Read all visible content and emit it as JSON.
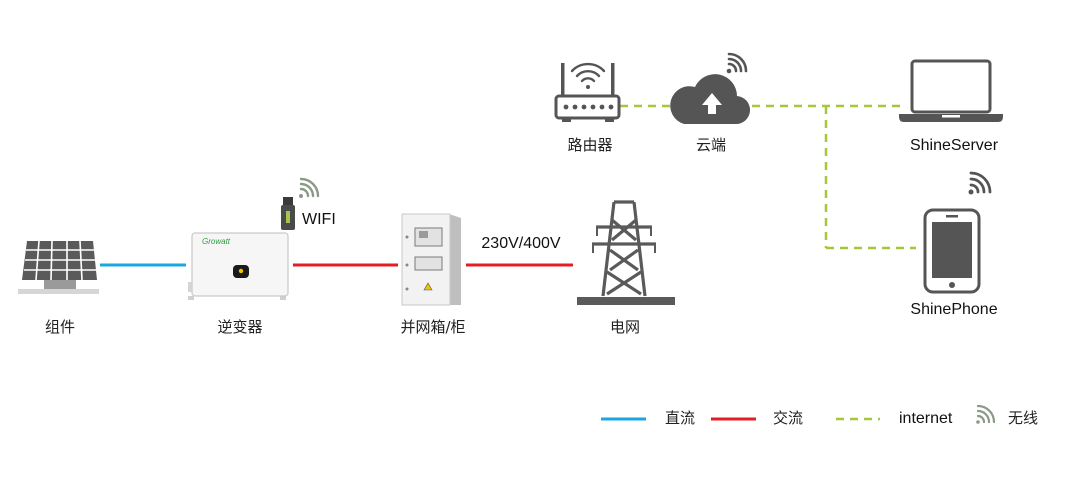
{
  "colors": {
    "dc": "#1aa7e0",
    "ac": "#e31e24",
    "internet": "#a6c73a",
    "wireless": "#8a9a87",
    "device": "#555555",
    "gray": "#6b6b6b",
    "brand": "#2e9a3e"
  },
  "nodes": {
    "panel": {
      "label": "组件",
      "icon": "solar-panel-icon"
    },
    "inverter": {
      "label": "逆变器",
      "icon": "inverter-icon",
      "brand": "Growatt"
    },
    "wifi_module": {
      "label": "WIFI",
      "icon": "wifi-dongle-icon"
    },
    "combiner": {
      "label": "并网箱/柜",
      "icon": "grid-box-icon"
    },
    "grid": {
      "label": "电网",
      "icon": "power-tower-icon"
    },
    "router": {
      "label": "路由器",
      "icon": "router-icon"
    },
    "cloud": {
      "label": "云端",
      "icon": "cloud-upload-icon"
    },
    "server": {
      "label": "ShineServer",
      "icon": "laptop-icon"
    },
    "phone": {
      "label": "ShinePhone",
      "icon": "smartphone-icon"
    }
  },
  "edges": {
    "ac_voltage": "230V/400V"
  },
  "legend": {
    "dc": "直流",
    "ac": "交流",
    "internet": "internet",
    "wireless": "无线"
  }
}
